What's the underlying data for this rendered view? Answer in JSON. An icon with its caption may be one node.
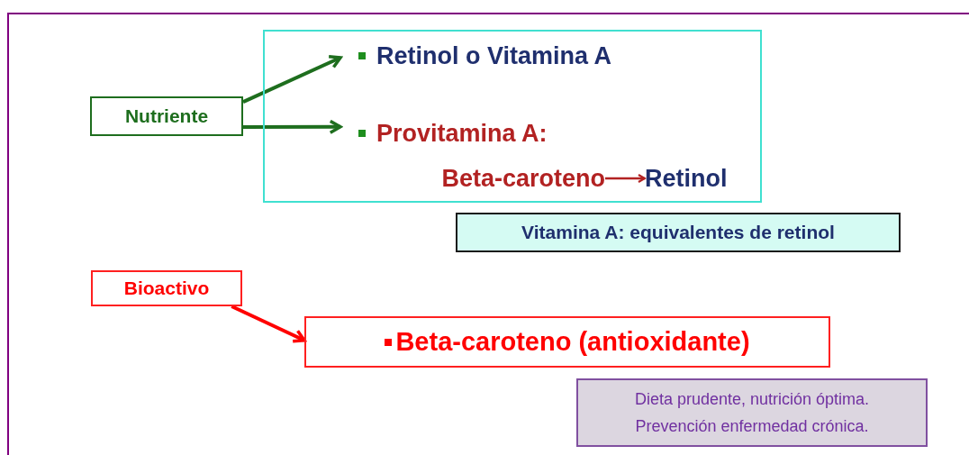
{
  "diagram": {
    "nodes": [
      {
        "text": [
          "Nutriente"
        ]
      },
      {
        "text": [],
        "shape": "box"
      },
      {
        "text": [
          "Retinol o Vitamina A"
        ],
        "in": 1
      },
      {
        "text": [
          "Provitamina A:"
        ],
        "in": 1
      },
      {
        "text": [
          "Beta-caroteno"
        ],
        "in": 1
      },
      {
        "text": [
          "Retinol"
        ],
        "in": 1
      },
      {
        "text": [
          "Vitamina A: equivalentes de retinol"
        ]
      },
      {
        "text": [
          "Bioactivo"
        ]
      },
      {
        "text": [
          "Beta-caroteno (antioxidante)"
        ]
      },
      {
        "text": [
          "Dieta prudente, nutrición óptima. Prevención enfermedad crónica."
        ]
      }
    ],
    "edges": [
      {
        "from": 0,
        "to": 2,
        "arrow": "to"
      },
      {
        "from": 0,
        "to": 3,
        "arrow": "to"
      },
      {
        "from": 4,
        "to": 5,
        "arrow": "to",
        "color": "#b22222"
      },
      {
        "from": 7,
        "to": 8,
        "arrow": "to",
        "color": "#ff0000"
      }
    ]
  }
}
